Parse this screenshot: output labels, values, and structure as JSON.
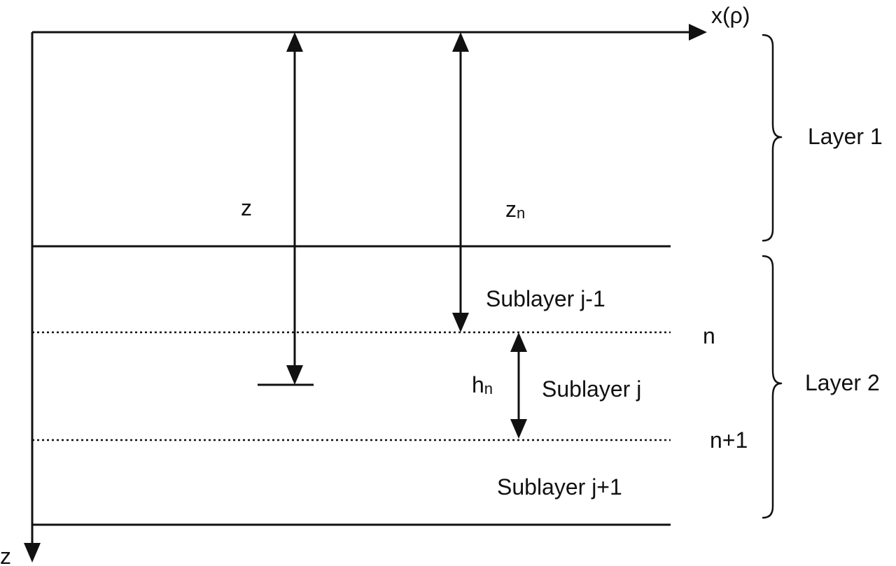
{
  "axes": {
    "x_label": "x(ρ)",
    "z_label": "z"
  },
  "dimensions": {
    "z": "z",
    "zn_main": "z",
    "zn_sub": "n",
    "hn_main": "h",
    "hn_sub": "n"
  },
  "interfaces": {
    "n": "n",
    "n_plus_1": "n+1"
  },
  "sublayers": {
    "above": "Sublayer j-1",
    "middle": "Sublayer j",
    "below": "Sublayer j+1"
  },
  "layers": {
    "layer1": "Layer 1",
    "layer2": "Layer 2"
  }
}
